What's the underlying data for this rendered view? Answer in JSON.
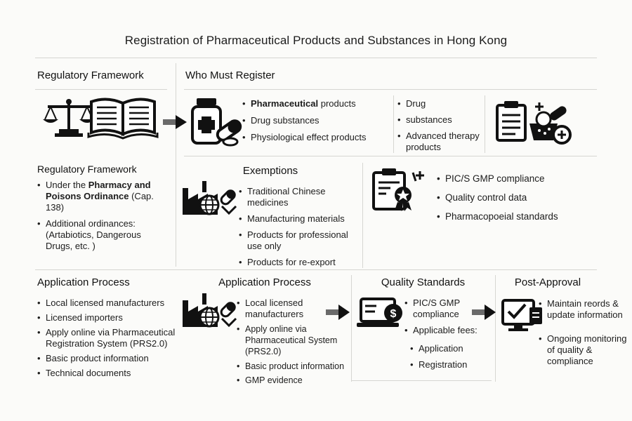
{
  "title": "Registration of Pharmaceutical Products and Substances in Hong Kong",
  "framework": {
    "heading": "Regulatory Framework",
    "subheading": "Regulatory Framework",
    "items": [
      {
        "prefix": "Under the ",
        "bold": "Pharmacy and Poisons Ordinance",
        "suffix": " (Cap. 138)"
      },
      {
        "prefix": "Additional ordinances: (Artabiotics, Dangerous Drugs, etc. )",
        "bold": "",
        "suffix": ""
      }
    ]
  },
  "who": {
    "heading": "Who Must Register",
    "list1": [
      {
        "bold": "Pharmaceutical",
        "rest": " products"
      },
      {
        "bold": "",
        "rest": "Drug substances"
      },
      {
        "bold": "",
        "rest": "Physiological effect products"
      }
    ],
    "list2": [
      "Drug",
      "substances",
      "Advanced therapy products"
    ]
  },
  "exemptions": {
    "heading": "Exemptions",
    "items": [
      "Traditional Chinese medicines",
      "Manufacturing materials",
      "Products for professional use only",
      "Products for re-export"
    ]
  },
  "standards_top": {
    "items": [
      "PIC/S GMP compliance",
      "Quality control data",
      "Pharmacopoeial standards"
    ]
  },
  "application_left": {
    "heading": "Application Process",
    "items": [
      "Local licensed manufacturers",
      "Licensed importers",
      "Apply online via Pharmaceutical Registration System (PRS2.0)",
      "Basic product information",
      "Technical documents"
    ]
  },
  "application_mid": {
    "heading": "Application Process",
    "items": [
      "Local licensed manufacturers",
      "Apply online via Pharmaceutical System (PRS2.0)",
      "Basic product information",
      "GMP evidence"
    ]
  },
  "quality": {
    "heading": "Quality Standards",
    "items": [
      "PIC/S GMP compliance",
      "Applicable fees:"
    ],
    "subitems": [
      "Application",
      "Registration"
    ]
  },
  "post": {
    "heading": "Post-Approval",
    "items": [
      "Maintain reords & update information",
      "Ongoing monitoring of quality & compliance"
    ]
  },
  "icons": {
    "scales": "scales-icon",
    "book": "book-icon",
    "medicine": "medicine-bottle-icon",
    "checklist": "checklist-pills-icon",
    "factory": "factory-globe-icon",
    "certificate": "certificate-icon",
    "payment": "payment-laptop-icon",
    "monitor": "monitor-check-icon"
  }
}
